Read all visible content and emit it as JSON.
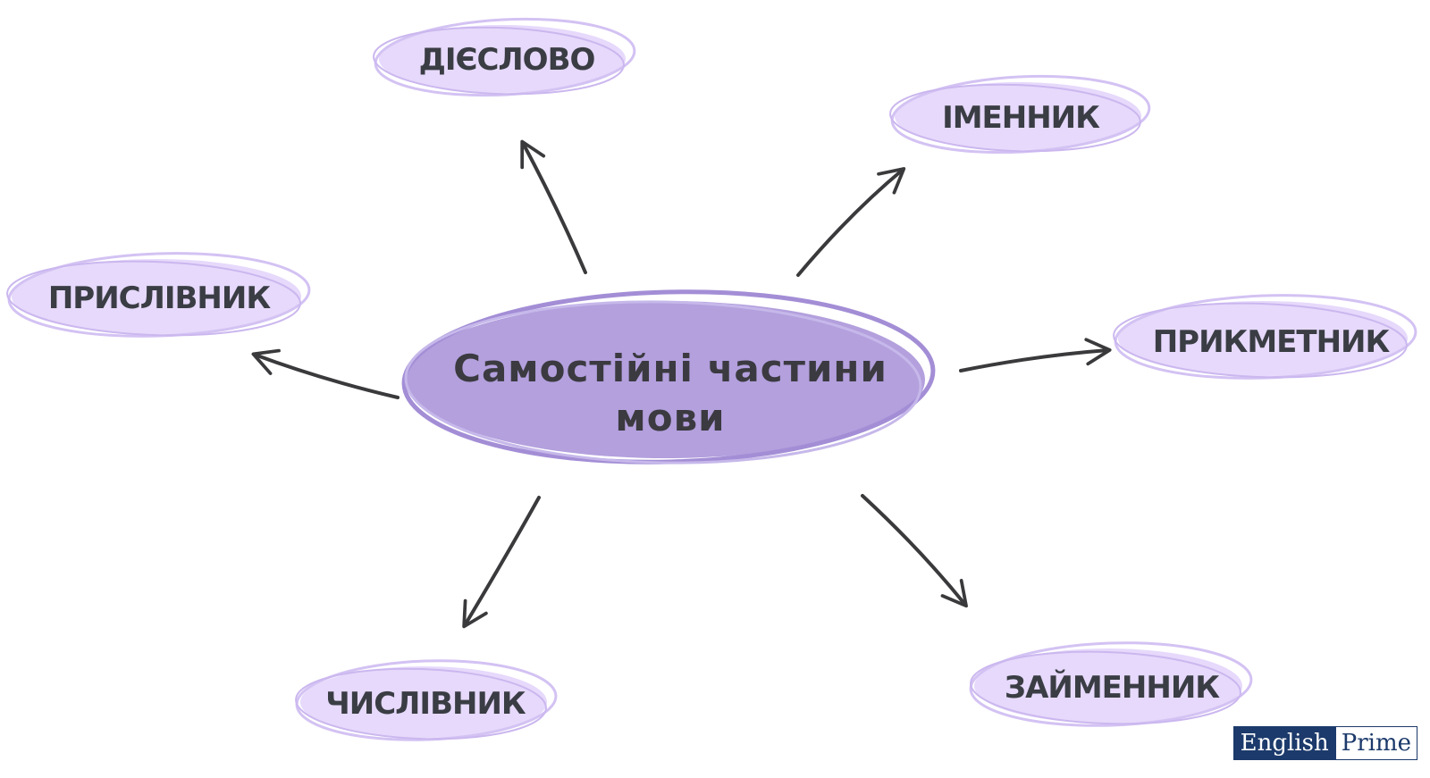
{
  "center": {
    "line1": "Самостійні частини",
    "line2": "мови"
  },
  "nodes": [
    {
      "id": "dieslovo",
      "label": "ДІЄСЛОВО"
    },
    {
      "id": "imennyk",
      "label": "ІМЕННИК"
    },
    {
      "id": "pryslivnyk",
      "label": "ПРИСЛІВНИК"
    },
    {
      "id": "prykmetnyk",
      "label": "ПРИКМЕТНИК"
    },
    {
      "id": "chyslivnyk",
      "label": "ЧИСЛІВНИК"
    },
    {
      "id": "zaimennyk",
      "label": "ЗАЙМЕННИК"
    }
  ],
  "logo": {
    "part1": "English",
    "part2": "Prime"
  },
  "colors": {
    "center_fill": "#b5a3dd",
    "center_outline": "#a08ad3",
    "node_fill": "#e6d9fb",
    "node_outline": "#cdb8f0",
    "arrow": "#3a3a3c",
    "text": "#3a3d44"
  }
}
